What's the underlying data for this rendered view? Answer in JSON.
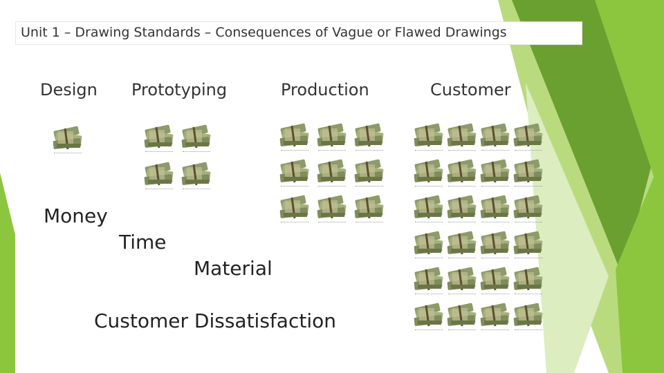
{
  "title": "Unit 1 – Drawing Standards – Consequences of Vague or Flawed Drawings",
  "stages": {
    "design": "Design",
    "prototyping": "Prototyping",
    "production": "Production",
    "customer": "Customer"
  },
  "costs": {
    "money": "Money",
    "time": "Time",
    "material": "Material",
    "dissatisfaction": "Customer Dissatisfaction"
  },
  "money_stacks": {
    "design": 1,
    "prototyping": 4,
    "production": 9,
    "customer": 24
  },
  "icon": "money-stack-icon",
  "colors": {
    "green_dark": "#6a9b35",
    "green_mid": "#8cc63e",
    "green_light": "#c9e39a",
    "text": "#333333"
  }
}
